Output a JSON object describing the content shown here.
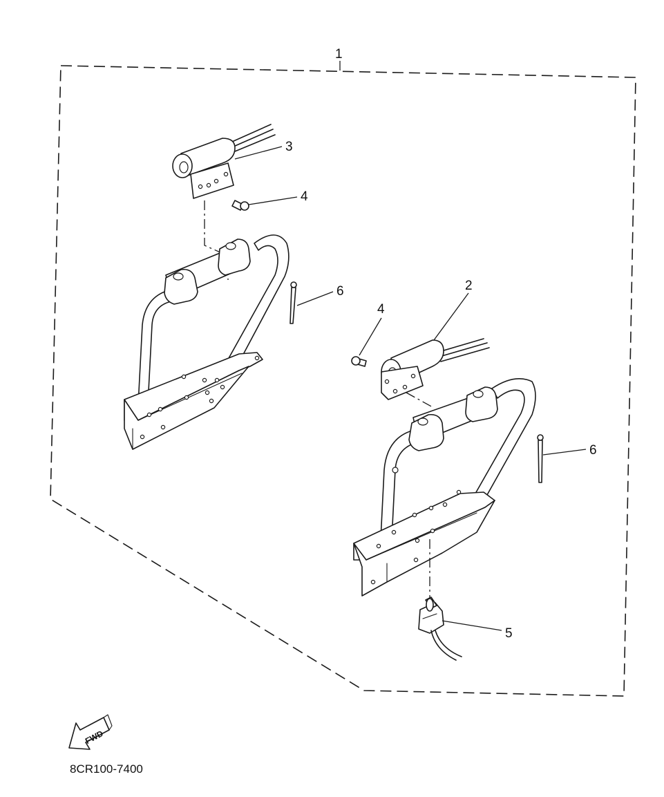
{
  "diagram": {
    "callouts": {
      "assembly": "1",
      "switch_bracket_right": "2",
      "switch_bracket_left": "3",
      "screw_left": "4",
      "screw_right": "4",
      "toggle_switch": "5",
      "clip_left": "6",
      "clip_right": "6"
    },
    "fwd_label": "FWD",
    "part_code": "8CR100-7400"
  }
}
